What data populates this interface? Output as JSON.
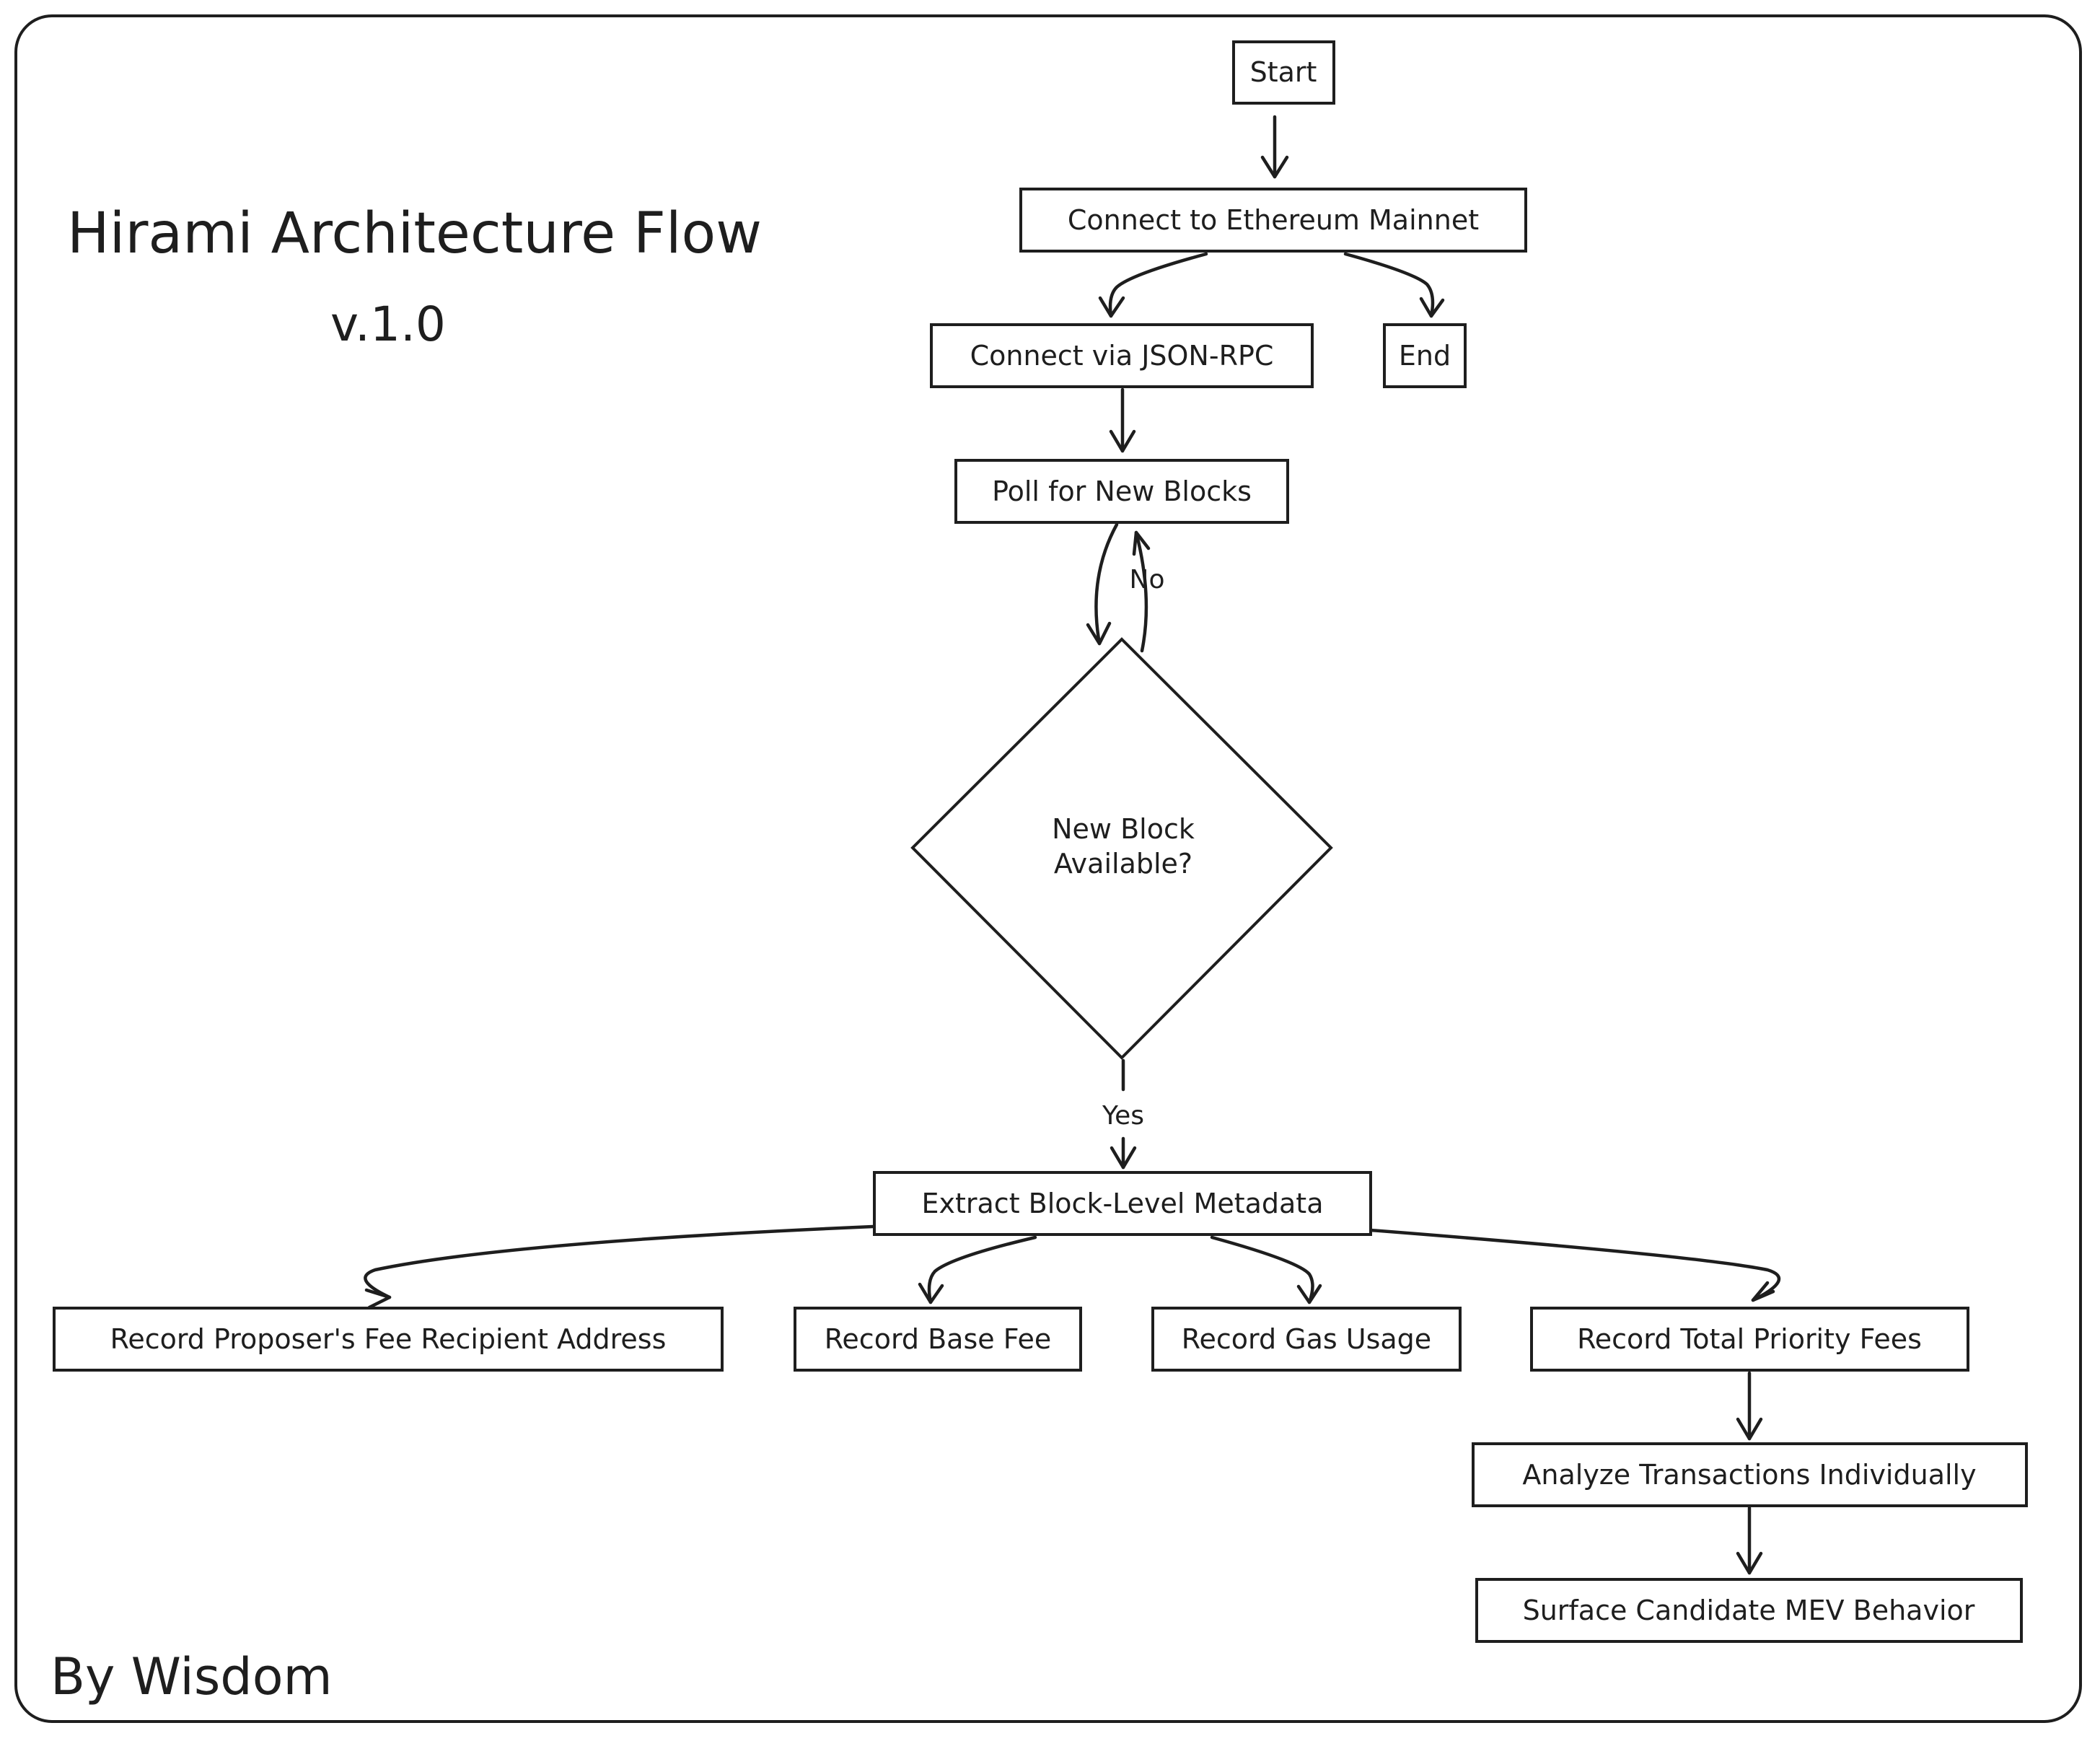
{
  "header": {
    "title": "Hirami Architecture Flow",
    "version": "v.1.0"
  },
  "footer": {
    "author": "By Wisdom"
  },
  "nodes": {
    "start": "Start",
    "connect_mainnet": "Connect to Ethereum Mainnet",
    "connect_rpc": "Connect via JSON-RPC",
    "end": "End",
    "poll_blocks": "Poll for New Blocks",
    "decision_line1": "New Block",
    "decision_line2": "Available?",
    "extract_metadata": "Extract Block-Level Metadata",
    "record_fee_recipient": "Record Proposer's Fee Recipient Address",
    "record_base_fee": "Record Base Fee",
    "record_gas_usage": "Record Gas Usage",
    "record_priority_fees": "Record Total Priority Fees",
    "analyze_transactions": "Analyze Transactions Individually",
    "surface_mev": "Surface Candidate MEV Behavior"
  },
  "edges": {
    "no_label": "No",
    "yes_label": "Yes"
  },
  "colors": {
    "stroke": "#1e1e1e",
    "background": "#ffffff"
  }
}
